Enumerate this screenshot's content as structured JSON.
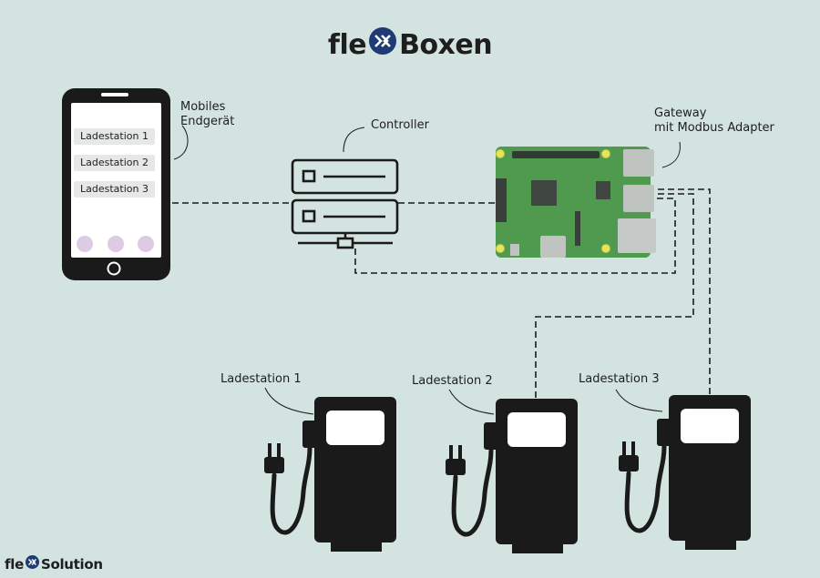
{
  "header": {
    "brand_prefix": "fle",
    "brand_suffix": "Boxen"
  },
  "footer": {
    "brand_prefix": "fle",
    "brand_suffix": "Solution"
  },
  "phone": {
    "label_line1": "Mobiles",
    "label_line2": "Endgerät",
    "items": [
      "Ladestation 1",
      "Ladestation 2",
      "Ladestation 3"
    ]
  },
  "controller": {
    "label": "Controller"
  },
  "gateway": {
    "label_line1": "Gateway",
    "label_line2": "mit Modbus Adapter"
  },
  "stations": [
    {
      "label": "Ladestation 1"
    },
    {
      "label": "Ladestation 2"
    },
    {
      "label": "Ladestation 3"
    }
  ],
  "colors": {
    "background": "#d3e3e0",
    "ink": "#1a1a1a",
    "board_green": "#4f9a4f",
    "logo_blue": "#1f3b73"
  }
}
